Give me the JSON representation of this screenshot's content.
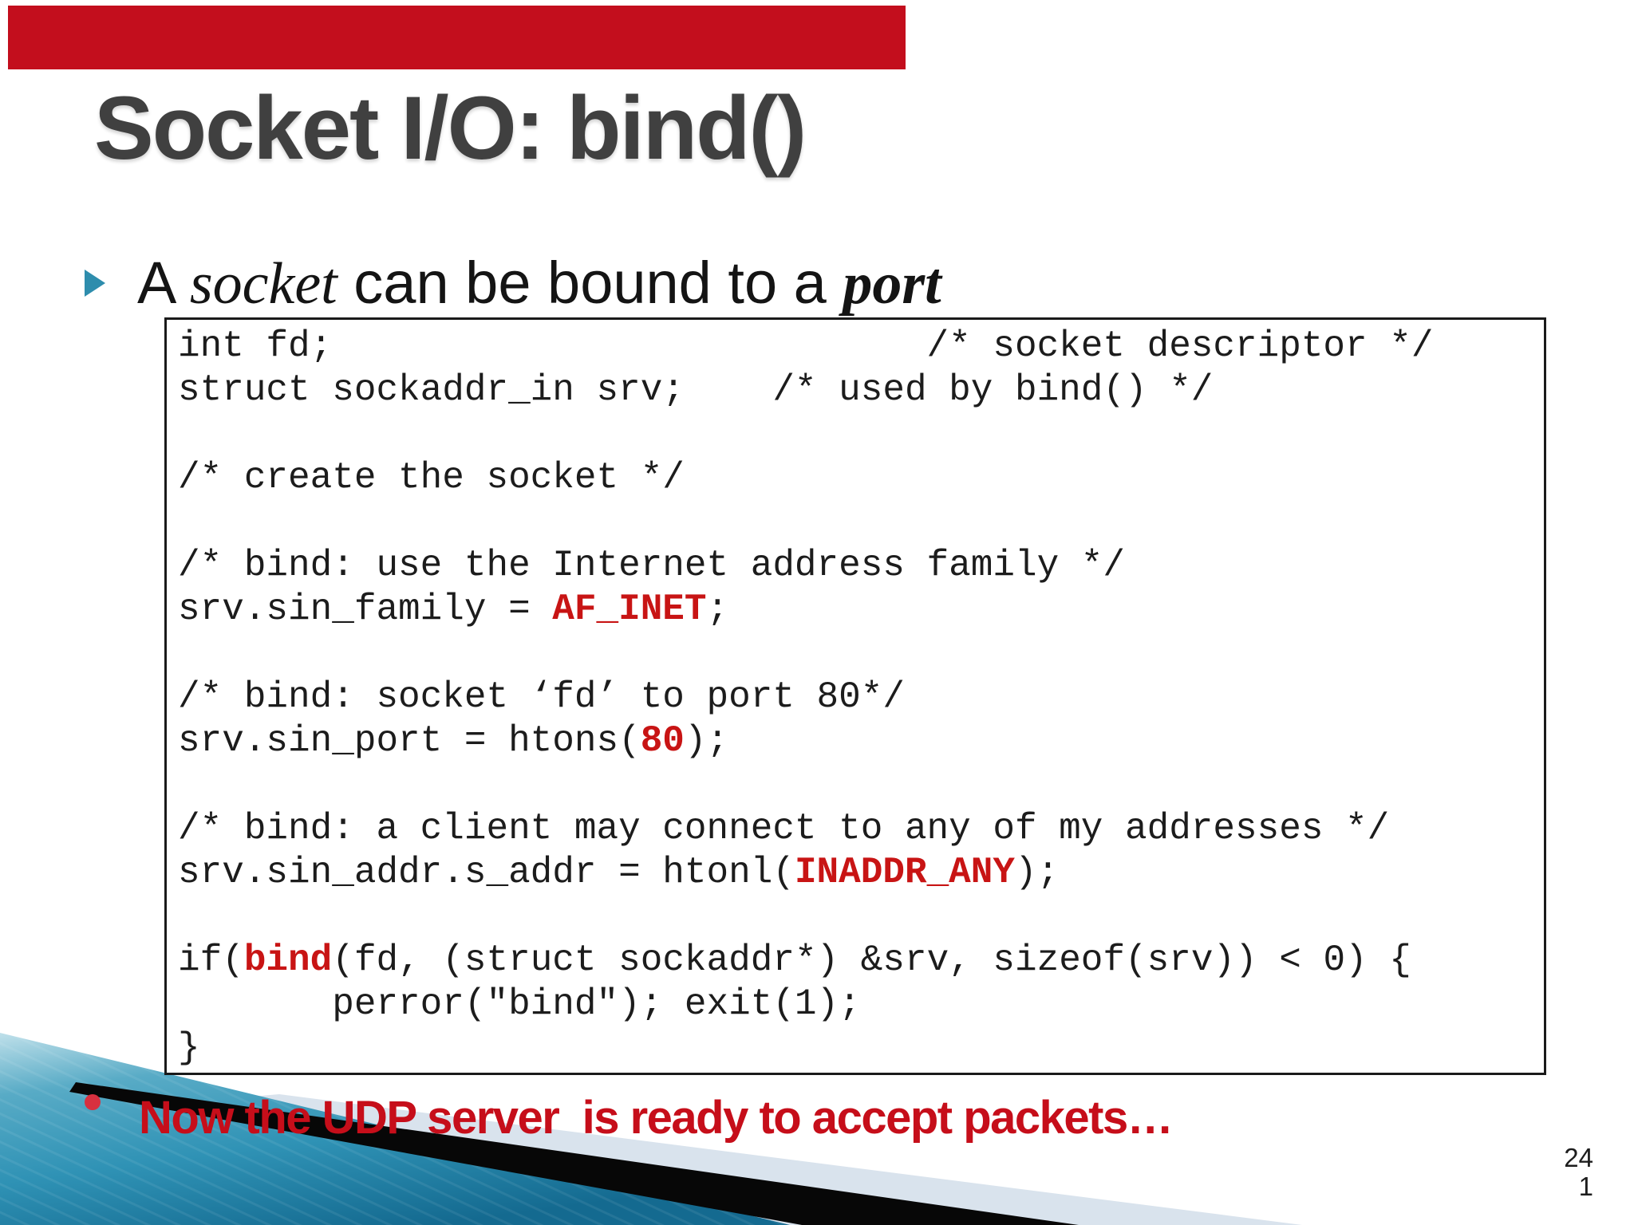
{
  "colors": {
    "accent-red": "#c30e1d",
    "title-gray": "#404040",
    "text-black": "#141414",
    "code-red": "#c81414",
    "note-red": "#c60e1a",
    "note-dot": "#d8303f",
    "teal-accent": "#2e8dad",
    "pale-band": "#d9e3ed",
    "black-band": "#070707",
    "page-gray": "#1d1d1d"
  },
  "title": "Socket I/O: bind()",
  "heading": {
    "prefix": "A ",
    "em1": "socket",
    "mid": " can be bound to a ",
    "em2": "port"
  },
  "code": {
    "lines": [
      [
        {
          "t": "int fd;                           /* socket descriptor */"
        }
      ],
      [
        {
          "t": "struct sockaddr_in srv;    /* used by bind() */"
        }
      ],
      [
        {
          "t": ""
        }
      ],
      [
        {
          "t": "/* create the socket */"
        }
      ],
      [
        {
          "t": ""
        }
      ],
      [
        {
          "t": "/* bind: use the Internet address family */"
        }
      ],
      [
        {
          "t": "srv.sin_family = "
        },
        {
          "t": "AF_INET",
          "red": true
        },
        {
          "t": ";"
        }
      ],
      [
        {
          "t": ""
        }
      ],
      [
        {
          "t": "/* bind: socket ‘fd’ to port 80*/"
        }
      ],
      [
        {
          "t": "srv.sin_port = htons("
        },
        {
          "t": "80",
          "red": true
        },
        {
          "t": ");"
        }
      ],
      [
        {
          "t": ""
        }
      ],
      [
        {
          "t": "/* bind: a client may connect to any of my addresses */"
        }
      ],
      [
        {
          "t": "srv.sin_addr.s_addr = htonl("
        },
        {
          "t": "INADDR_ANY",
          "red": true
        },
        {
          "t": ");"
        }
      ],
      [
        {
          "t": ""
        }
      ],
      [
        {
          "t": "if("
        },
        {
          "t": "bind",
          "red": true
        },
        {
          "t": "(fd, (struct sockaddr*) &srv, sizeof(srv)) < 0) {"
        }
      ],
      [
        {
          "t": "       perror(\"bind\"); exit(1);"
        }
      ],
      [
        {
          "t": "}"
        }
      ]
    ]
  },
  "note": {
    "text": "Now the UDP server  is ready to accept packets…"
  },
  "page": {
    "primary": "24",
    "secondary": "1"
  }
}
